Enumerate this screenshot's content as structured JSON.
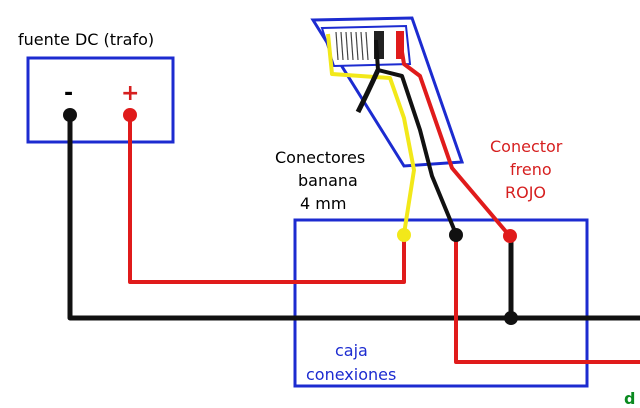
{
  "labels": {
    "power_supply": "fuente DC (trafo)",
    "minus": "-",
    "plus": "+",
    "banana_line1": "Conectores",
    "banana_line2": "banana",
    "banana_line3": "4 mm",
    "brake_line1": "Conector",
    "brake_line2": "freno",
    "brake_line3": "ROJO",
    "box_line1": "caja",
    "box_line2": "conexiones",
    "corner": "d"
  },
  "colors": {
    "blue": "#1c2bd0",
    "red": "#e01b1b",
    "black": "#111111",
    "yellow": "#f2e81a",
    "label_red": "#d61f1f",
    "label_green": "#0a8a20"
  }
}
